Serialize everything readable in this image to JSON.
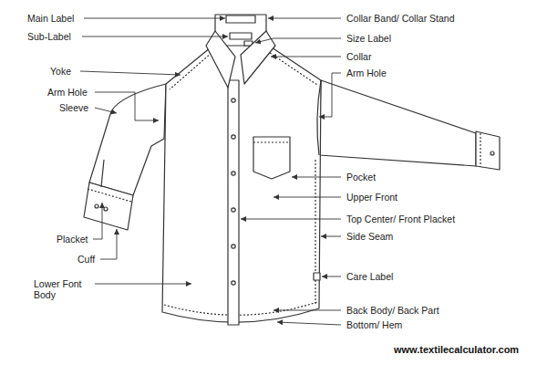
{
  "diagram": {
    "labels": [
      "Main Label",
      "Sub-Label",
      "Yoke",
      "Arm Hole",
      "Sleeve",
      "Placket",
      "Cuff",
      "Lower Font Body",
      "Collar Band/ Collar Stand",
      "Size Label",
      "Collar",
      "Arm Hole",
      "Pocket",
      "Upper Front",
      "Top Center/ Front Placket",
      "Side Seam",
      "Care Label",
      "Back Body/ Back Part",
      "Bottom/ Hem",
      "www.textilecalculator.com"
    ]
  }
}
